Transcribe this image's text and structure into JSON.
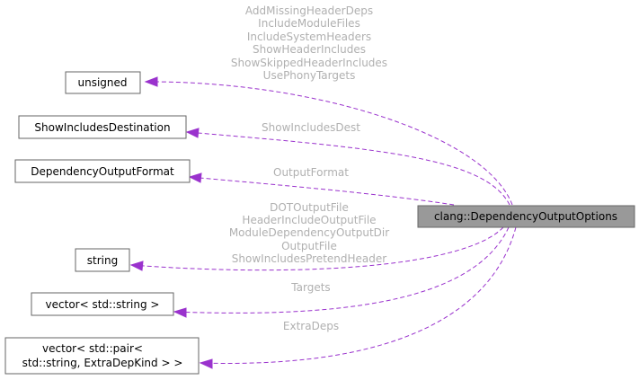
{
  "diagram": {
    "main_node": {
      "label": "clang::DependencyOutputOptions"
    },
    "nodes": {
      "unsigned": "unsigned",
      "show_includes_destination": "ShowIncludesDestination",
      "dependency_output_format": "DependencyOutputFormat",
      "string": "string",
      "vector_string": "vector< std::string >",
      "vector_pair_line1": "vector< std::pair<",
      "vector_pair_line2": "std::string, ExtraDepKind > >"
    },
    "edge_labels": {
      "unsigned": [
        "AddMissingHeaderDeps",
        "IncludeModuleFiles",
        "IncludeSystemHeaders",
        "ShowHeaderIncludes",
        "ShowSkippedHeaderIncludes",
        "UsePhonyTargets"
      ],
      "show_includes_destination": [
        "ShowIncludesDest"
      ],
      "dependency_output_format": [
        "OutputFormat"
      ],
      "string": [
        "DOTOutputFile",
        "HeaderIncludeOutputFile",
        "ModuleDependencyOutputDir",
        "OutputFile",
        "ShowIncludesPretendHeader"
      ],
      "vector_string": [
        "Targets"
      ],
      "vector_pair": [
        "ExtraDeps"
      ]
    },
    "colors": {
      "edge": "#9a32cd",
      "label": "#b0b0b0",
      "main_fill": "#999999",
      "node_border": "#666666"
    }
  }
}
